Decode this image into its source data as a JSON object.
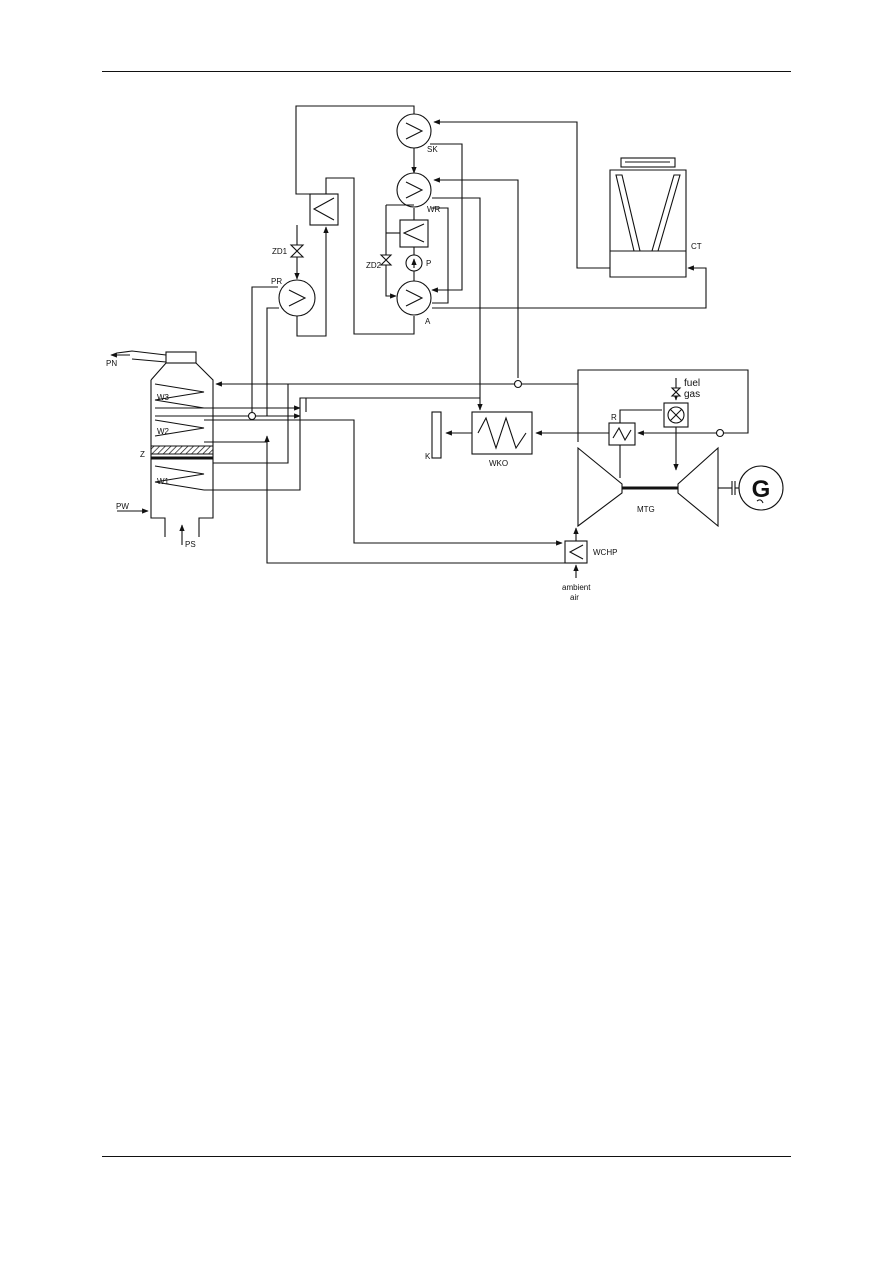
{
  "labels": {
    "pn": "PN",
    "w3": "W3",
    "w2": "W2",
    "z": "Z",
    "w1": "W1",
    "pw": "PW",
    "ps": "PS",
    "sk": "SK",
    "wr": "WR",
    "zd1": "ZD1",
    "zd2": "ZD2",
    "p": "P",
    "pr": "PR",
    "a": "A",
    "ct": "CT",
    "k": "K",
    "wko": "WKO",
    "r": "R",
    "fuel": "fuel",
    "gas": "gas",
    "mtg": "MTG",
    "wchp": "WCHP",
    "ambient": "ambient",
    "air": "air"
  }
}
